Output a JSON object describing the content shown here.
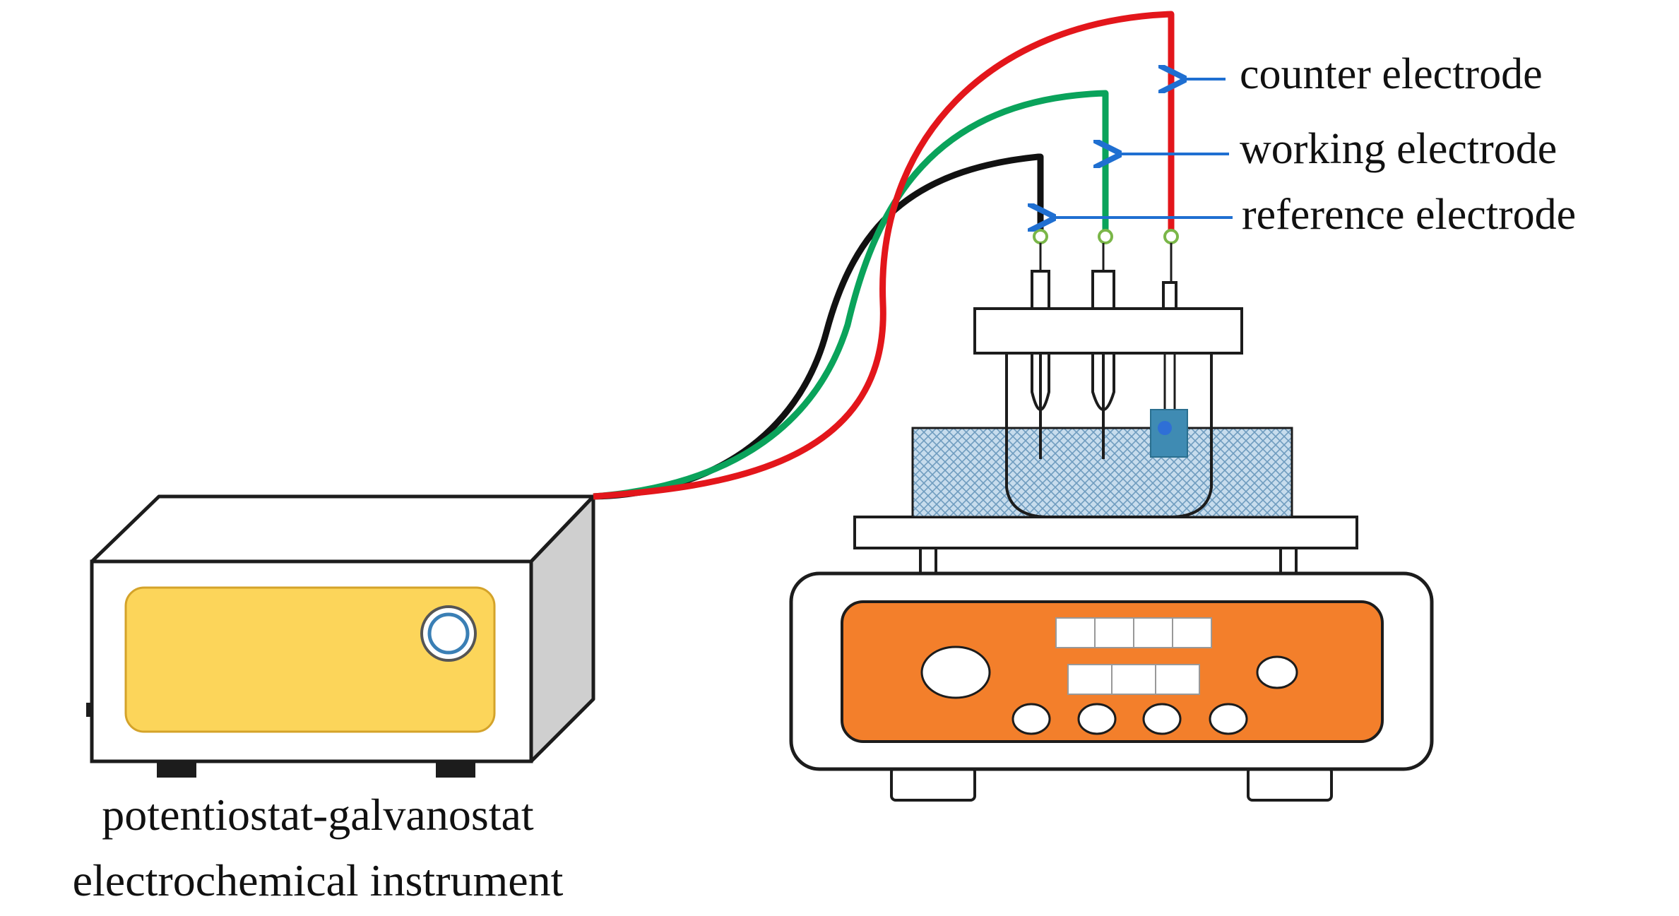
{
  "labels": {
    "counter_electrode": "counter electrode",
    "working_electrode": "working electrode",
    "reference_electrode": "reference electrode",
    "instrument_line1": "potentiostat-galvanostat",
    "instrument_line2": "electrochemical instrument"
  },
  "colors": {
    "wire_counter": "#e3161b",
    "wire_working": "#0aa35b",
    "wire_reference": "#111111",
    "arrow": "#1f6fd1",
    "instrument_panel": "#fcd55a",
    "instrument_side": "#cfcfcf",
    "stirrer_panel": "#f37f2b",
    "electrolyte": "#b9d3e6",
    "sample": "#3f8bb3"
  }
}
